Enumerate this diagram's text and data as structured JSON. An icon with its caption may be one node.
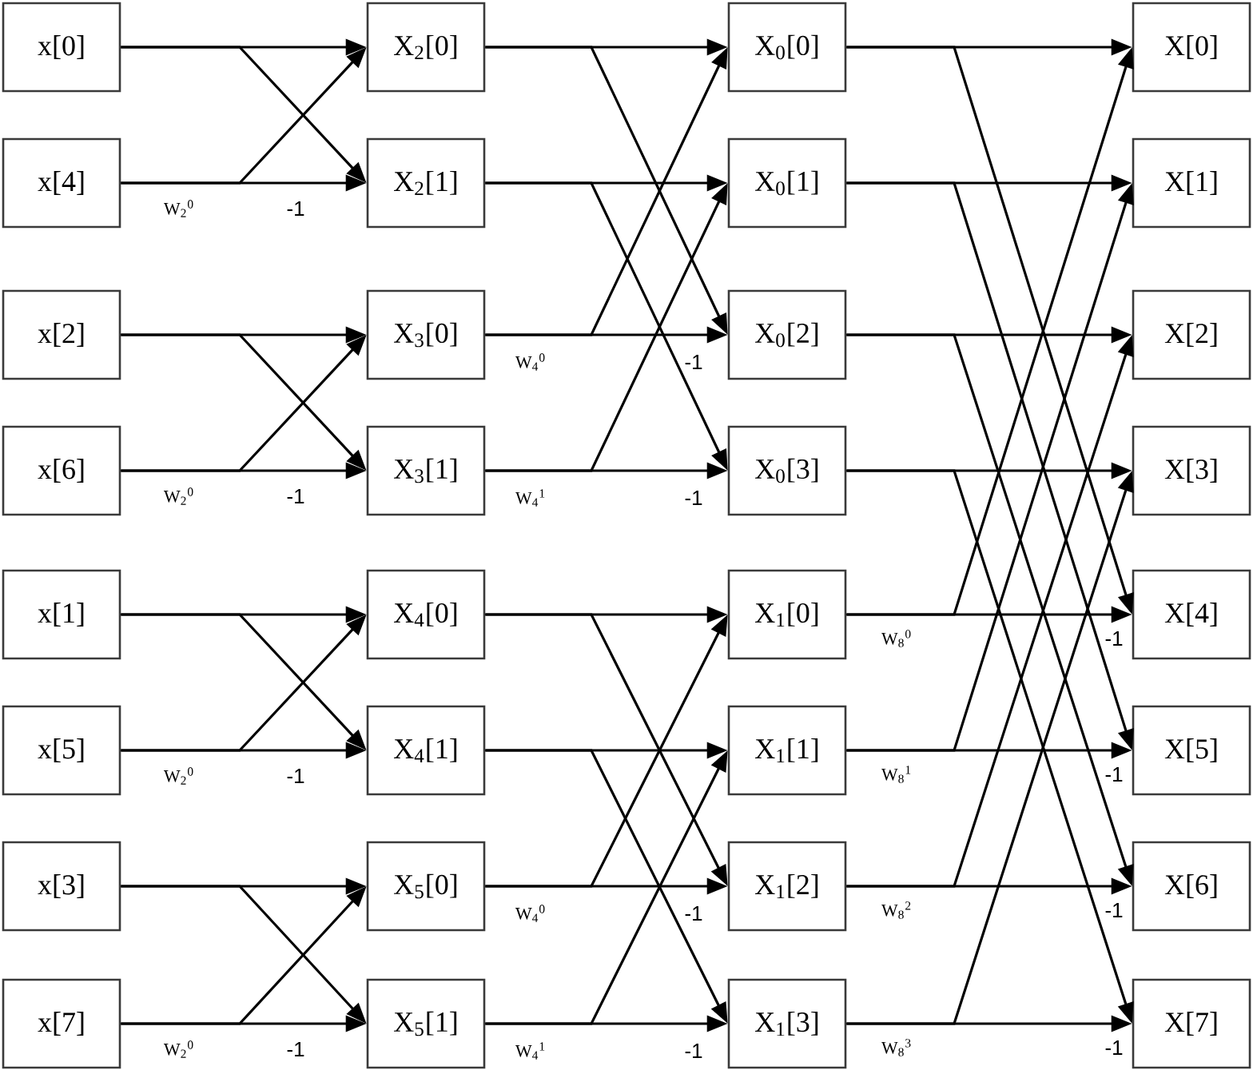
{
  "diagram": {
    "nodes": [
      {
        "text": [
          "x[0]"
        ]
      },
      {
        "text": [
          "x[4]"
        ]
      },
      {
        "text": [
          "x[2]"
        ]
      },
      {
        "text": [
          "x[6]"
        ]
      },
      {
        "text": [
          "x[1]"
        ]
      },
      {
        "text": [
          "x[5]"
        ]
      },
      {
        "text": [
          "x[3]"
        ]
      },
      {
        "text": [
          "x[7]"
        ]
      },
      {
        "text": [
          "X$_{2}$[0]"
        ]
      },
      {
        "text": [
          "X$_{2}$[1]"
        ]
      },
      {
        "text": [
          "X$_{3}$[0]"
        ]
      },
      {
        "text": [
          "X$_{3}$[1]"
        ]
      },
      {
        "text": [
          "X$_{4}$[0]"
        ]
      },
      {
        "text": [
          "X$_{4}$[1]"
        ]
      },
      {
        "text": [
          "X$_{5}$[0]"
        ]
      },
      {
        "text": [
          "X$_{5}$[1]"
        ]
      },
      {
        "text": [
          "X$_{0}$[0]"
        ]
      },
      {
        "text": [
          "X$_{0}$[1]"
        ]
      },
      {
        "text": [
          "X$_{0}$[2]"
        ]
      },
      {
        "text": [
          "X$_{0}$[3]"
        ]
      },
      {
        "text": [
          "X$_{1}$[0]"
        ]
      },
      {
        "text": [
          "X$_{1}$[1]"
        ]
      },
      {
        "text": [
          "X$_{1}$[2]"
        ]
      },
      {
        "text": [
          "X$_{1}$[3]"
        ]
      },
      {
        "text": [
          "X[0]"
        ]
      },
      {
        "text": [
          "X[1]"
        ]
      },
      {
        "text": [
          "X[2]"
        ]
      },
      {
        "text": [
          "X[3]"
        ]
      },
      {
        "text": [
          "X[4]"
        ]
      },
      {
        "text": [
          "X[5]"
        ]
      },
      {
        "text": [
          "X[6]"
        ]
      },
      {
        "text": [
          "X[7]"
        ]
      }
    ],
    "edges": [
      {
        "from": 0,
        "to": 8,
        "arrow": "to"
      },
      {
        "from": 0,
        "to": 9,
        "arrow": "to"
      },
      {
        "from": 1,
        "to": 8,
        "arrow": "to",
        "label": "W$_{2}$$^{0}$"
      },
      {
        "from": 1,
        "to": 9,
        "arrow": "to",
        "label": "-1"
      },
      {
        "from": 2,
        "to": 10,
        "arrow": "to"
      },
      {
        "from": 2,
        "to": 11,
        "arrow": "to"
      },
      {
        "from": 3,
        "to": 10,
        "arrow": "to",
        "label": "W$_{2}$$^{0}$"
      },
      {
        "from": 3,
        "to": 11,
        "arrow": "to",
        "label": "-1"
      },
      {
        "from": 4,
        "to": 12,
        "arrow": "to"
      },
      {
        "from": 4,
        "to": 13,
        "arrow": "to"
      },
      {
        "from": 5,
        "to": 12,
        "arrow": "to",
        "label": "W$_{2}$$^{0}$"
      },
      {
        "from": 5,
        "to": 13,
        "arrow": "to",
        "label": "-1"
      },
      {
        "from": 6,
        "to": 14,
        "arrow": "to"
      },
      {
        "from": 6,
        "to": 15,
        "arrow": "to"
      },
      {
        "from": 7,
        "to": 14,
        "arrow": "to",
        "label": "W$_{2}$$^{0}$"
      },
      {
        "from": 7,
        "to": 15,
        "arrow": "to",
        "label": "-1"
      },
      {
        "from": 8,
        "to": 16,
        "arrow": "to"
      },
      {
        "from": 8,
        "to": 18,
        "arrow": "to"
      },
      {
        "from": 9,
        "to": 17,
        "arrow": "to"
      },
      {
        "from": 9,
        "to": 19,
        "arrow": "to"
      },
      {
        "from": 10,
        "to": 16,
        "arrow": "to",
        "label": "W$_{4}$$^{0}$"
      },
      {
        "from": 10,
        "to": 18,
        "arrow": "to",
        "label": "-1"
      },
      {
        "from": 11,
        "to": 17,
        "arrow": "to",
        "label": "W$_{4}$$^{1}$"
      },
      {
        "from": 11,
        "to": 19,
        "arrow": "to",
        "label": "-1"
      },
      {
        "from": 12,
        "to": 20,
        "arrow": "to"
      },
      {
        "from": 12,
        "to": 22,
        "arrow": "to"
      },
      {
        "from": 13,
        "to": 21,
        "arrow": "to"
      },
      {
        "from": 13,
        "to": 23,
        "arrow": "to"
      },
      {
        "from": 14,
        "to": 20,
        "arrow": "to",
        "label": "W$_{4}$$^{0}$"
      },
      {
        "from": 14,
        "to": 22,
        "arrow": "to",
        "label": "-1"
      },
      {
        "from": 15,
        "to": 21,
        "arrow": "to",
        "label": "W$_{4}$$^{1}$"
      },
      {
        "from": 15,
        "to": 23,
        "arrow": "to",
        "label": "-1"
      },
      {
        "from": 16,
        "to": 24,
        "arrow": "to"
      },
      {
        "from": 16,
        "to": 28,
        "arrow": "to"
      },
      {
        "from": 17,
        "to": 25,
        "arrow": "to"
      },
      {
        "from": 17,
        "to": 29,
        "arrow": "to"
      },
      {
        "from": 18,
        "to": 26,
        "arrow": "to"
      },
      {
        "from": 18,
        "to": 30,
        "arrow": "to"
      },
      {
        "from": 19,
        "to": 27,
        "arrow": "to"
      },
      {
        "from": 19,
        "to": 31,
        "arrow": "to"
      },
      {
        "from": 20,
        "to": 24,
        "arrow": "to",
        "label": "W$_{8}$$^{0}$"
      },
      {
        "from": 20,
        "to": 28,
        "arrow": "to",
        "label": "-1"
      },
      {
        "from": 21,
        "to": 25,
        "arrow": "to",
        "label": "W$_{8}$$^{1}$"
      },
      {
        "from": 21,
        "to": 29,
        "arrow": "to",
        "label": "-1"
      },
      {
        "from": 22,
        "to": 26,
        "arrow": "to",
        "label": "W$_{8}$$^{2}$"
      },
      {
        "from": 22,
        "to": 30,
        "arrow": "to",
        "label": "-1"
      },
      {
        "from": 23,
        "to": 27,
        "arrow": "to",
        "label": "W$_{8}$$^{3}$"
      },
      {
        "from": 23,
        "to": 31,
        "arrow": "to",
        "label": "-1"
      }
    ]
  }
}
